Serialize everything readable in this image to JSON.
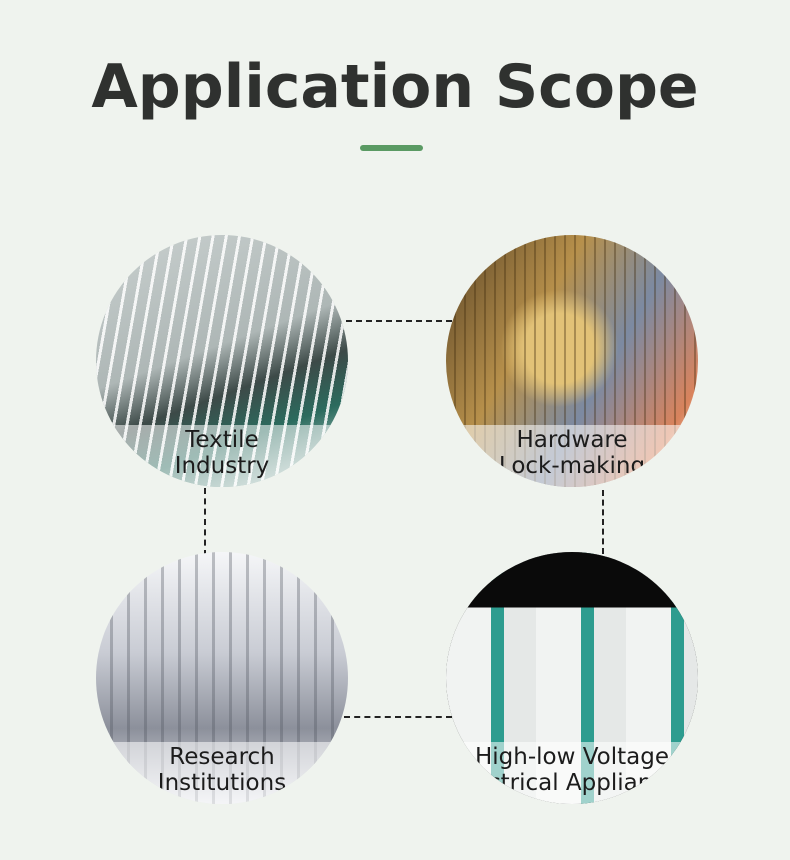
{
  "title": "Application Scope",
  "colors": {
    "accent": "#5a9a63",
    "background": "#eff3ee"
  },
  "items": [
    {
      "line1": "Textile",
      "line2": "Industry"
    },
    {
      "line1": "Hardware",
      "line2": "Lock-making"
    },
    {
      "line1": "Research",
      "line2": "Institutions"
    },
    {
      "line1": "High-low Voltage",
      "line2": "Electrical Appliances"
    }
  ]
}
